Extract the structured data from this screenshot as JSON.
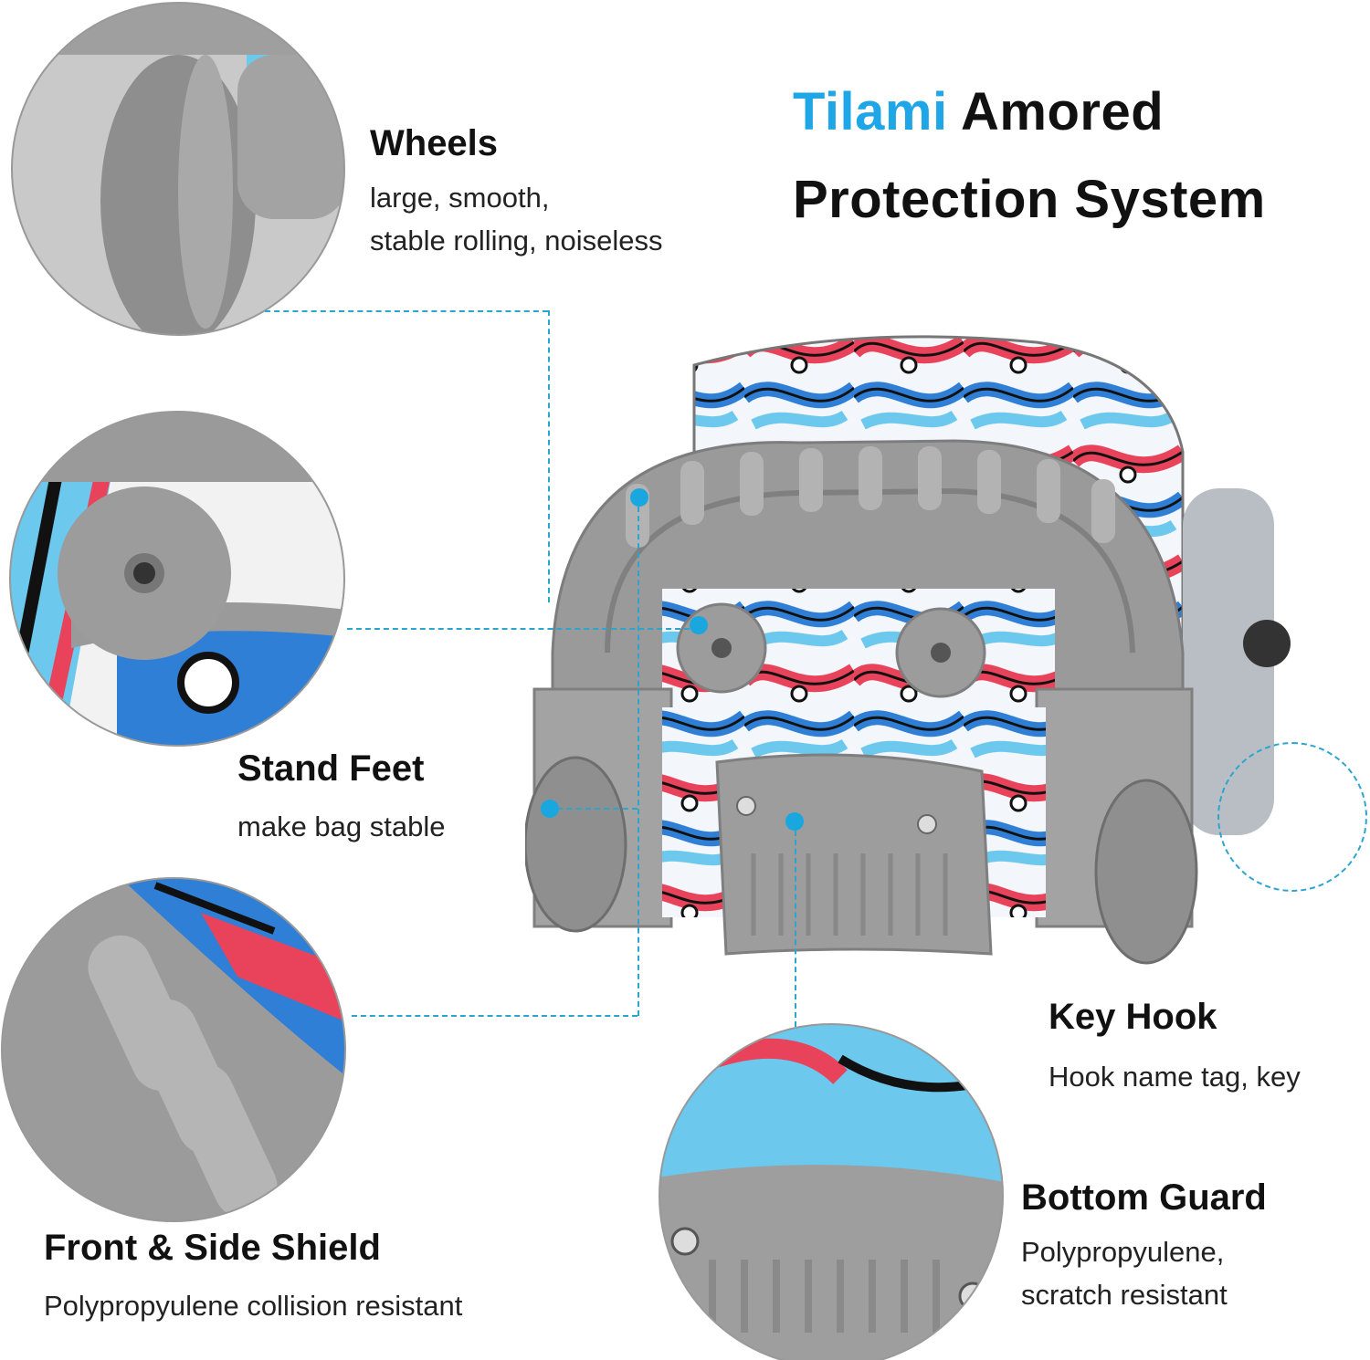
{
  "title": {
    "brand": "Tilami",
    "line1_rest": "Amored",
    "line2": "Protection System"
  },
  "features": {
    "wheels": {
      "heading": "Wheels",
      "lines": [
        "large, smooth,",
        "stable rolling, noiseless"
      ]
    },
    "stand_feet": {
      "heading": "Stand Feet",
      "lines": [
        "make bag stable"
      ]
    },
    "front_side_shield": {
      "heading": "Front & Side Shield",
      "lines": [
        "Polypropyulene collision resistant"
      ]
    },
    "key_hook": {
      "heading": "Key Hook",
      "lines": [
        "Hook name tag, key"
      ]
    },
    "bottom_guard": {
      "heading": "Bottom Guard",
      "lines": [
        "Polypropyulene,",
        "scratch resistant"
      ]
    }
  },
  "colors": {
    "brand_blue": "#1ea6e6",
    "leader_line": "#2aa5cf",
    "shell_gray": "#9a9a9a",
    "pattern_red": "#e8435a",
    "pattern_blue": "#2f7fd6",
    "pattern_cyan": "#6cc8ec"
  }
}
